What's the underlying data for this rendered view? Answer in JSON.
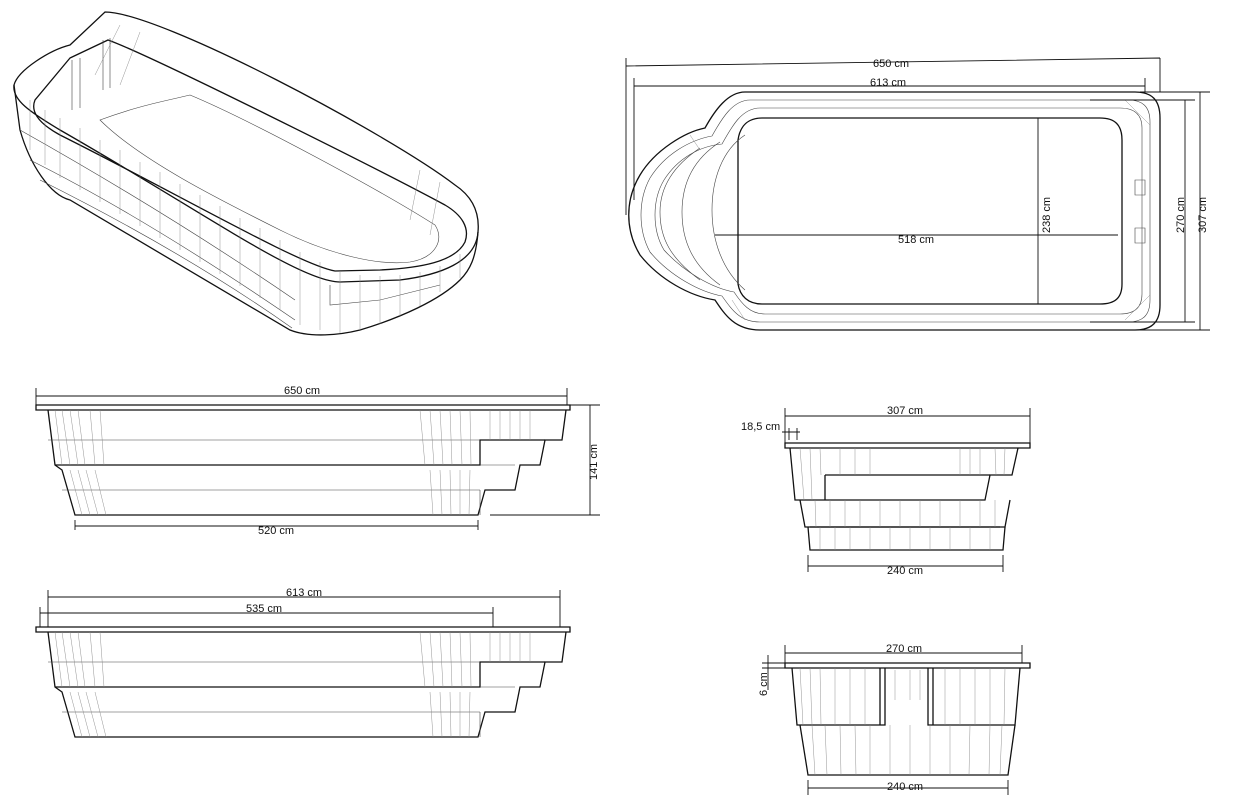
{
  "drawing": {
    "top_view": {
      "overall_length": "650 cm",
      "length": "613 cm",
      "inner_length": "518 cm",
      "inner_width": "238 cm",
      "width": "270 cm",
      "overall_width": "307 cm"
    },
    "side_view_1": {
      "overall_length": "650 cm",
      "depth": "141 cm",
      "bottom_length": "520 cm"
    },
    "side_view_2": {
      "length": "613 cm",
      "shelf_length": "535 cm"
    },
    "end_view_1": {
      "width": "307 cm",
      "rim": "18,5 cm",
      "bottom_width": "240 cm"
    },
    "end_view_2": {
      "width": "270 cm",
      "rim_thickness": "6 cm",
      "bottom_width": "240 cm"
    }
  }
}
